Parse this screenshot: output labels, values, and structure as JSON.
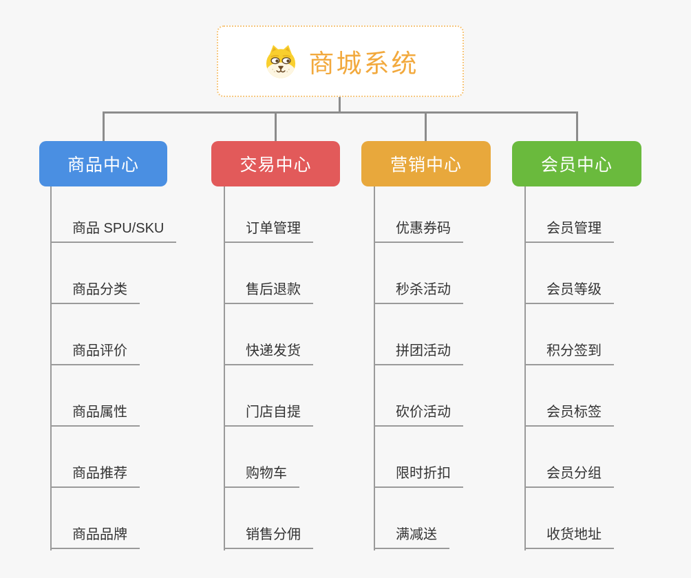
{
  "root": {
    "title": "商城系统",
    "icon": "dog-face-icon",
    "text_color": "#f2a93d",
    "border_color": "#f6c67c",
    "background": "#ffffff"
  },
  "canvas": {
    "background_color": "#f7f7f7",
    "connector_color": "#8c8c8c",
    "leaf_line_color": "#9a9a9a",
    "leaf_text_color": "#333333"
  },
  "branches": [
    {
      "label": "商品中心",
      "color": "#4a8fe2",
      "items": [
        "商品 SPU/SKU",
        "商品分类",
        "商品评价",
        "商品属性",
        "商品推荐",
        "商品品牌"
      ]
    },
    {
      "label": "交易中心",
      "color": "#e25a5a",
      "items": [
        "订单管理",
        "售后退款",
        "快递发货",
        "门店自提",
        "购物车",
        "销售分佣"
      ]
    },
    {
      "label": "营销中心",
      "color": "#e8a83c",
      "items": [
        "优惠券码",
        "秒杀活动",
        "拼团活动",
        "砍价活动",
        "限时折扣",
        "满减送"
      ]
    },
    {
      "label": "会员中心",
      "color": "#6aba3d",
      "items": [
        "会员管理",
        "会员等级",
        "积分签到",
        "会员标签",
        "会员分组",
        "收货地址"
      ]
    }
  ]
}
